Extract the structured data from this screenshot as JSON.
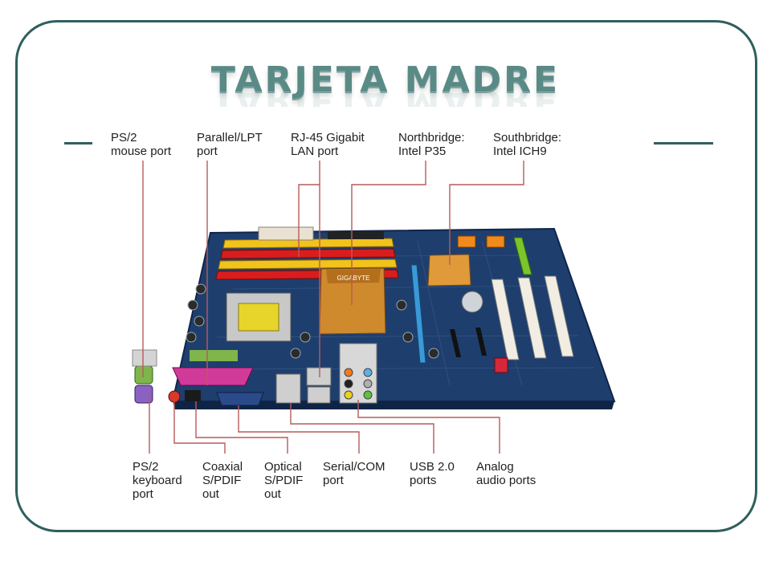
{
  "title": "TARJETA MADRE",
  "board": {
    "brand": "GIGABYTE"
  },
  "labels_top": [
    {
      "id": "ps2-mouse",
      "text": "PS/2\nmouse port"
    },
    {
      "id": "parallel",
      "text": "Parallel/LPT\nport"
    },
    {
      "id": "rj45",
      "text": "RJ-45 Gigabit\nLAN port"
    },
    {
      "id": "northbridge",
      "text": "Northbridge:\nIntel P35"
    },
    {
      "id": "southbridge",
      "text": "Southbridge:\nIntel ICH9"
    }
  ],
  "labels_bottom": [
    {
      "id": "ps2-keyboard",
      "text": "PS/2\nkeyboard\nport"
    },
    {
      "id": "coaxial",
      "text": "Coaxial\nS/PDIF\nout"
    },
    {
      "id": "optical",
      "text": "Optical\nS/PDIF\nout"
    },
    {
      "id": "serial",
      "text": "Serial/COM\nport"
    },
    {
      "id": "usb",
      "text": "USB 2.0\nports"
    },
    {
      "id": "audio",
      "text": "Analog\naudio ports"
    }
  ],
  "colors": {
    "frame": "#2f5f5d",
    "leader": "#b85a5a",
    "pcb": "#1e3e6e",
    "title": "#5a8a86"
  }
}
